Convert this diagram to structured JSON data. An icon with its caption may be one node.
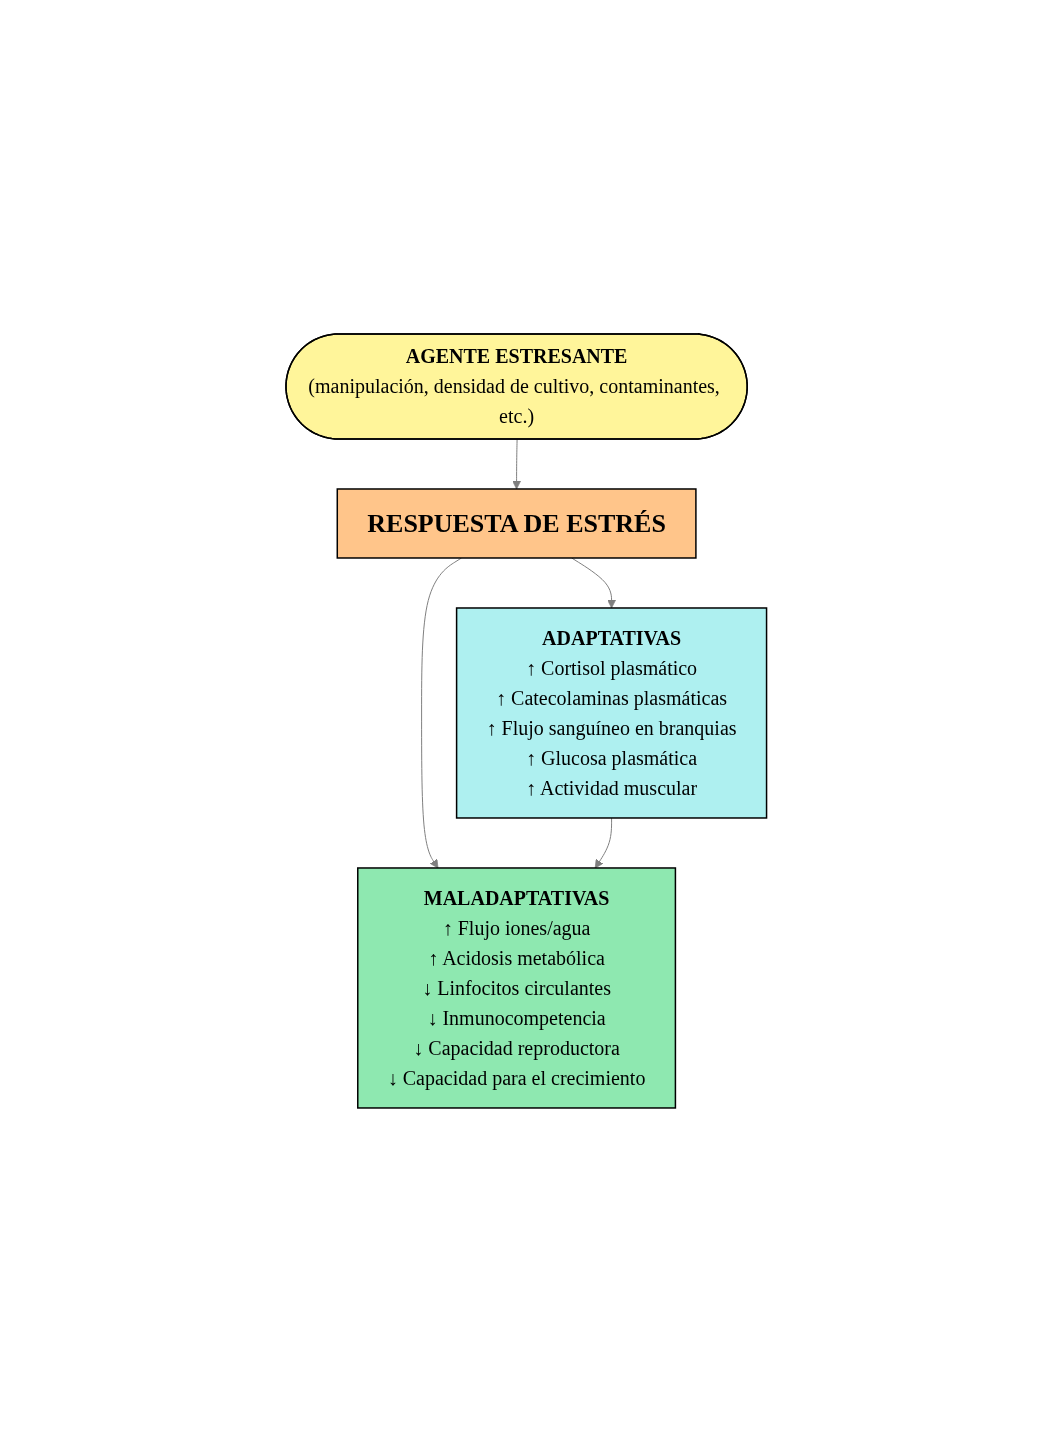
{
  "diagram": {
    "nodes": [
      {
        "text": [
          "AGENTE ESTRESANTE",
          "(manipulación, densidad de cultivo, contaminantes, etc.)"
        ]
      },
      {
        "text": [
          "RESPUESTA DE ESTRÉS"
        ]
      },
      {
        "text": [
          "ADAPTATIVAS",
          "↑ Cortisol plasmático",
          "↑ Catecolaminas plasmáticas",
          "↑ Flujo sanguíneo en branquias",
          "↑ Glucosa plasmática",
          "↑ Actividad muscular"
        ]
      },
      {
        "text": [
          "MALADAPTATIVAS",
          "↑ Flujo iones/agua",
          "↑ Acidosis metabólica",
          "↓ Linfocitos circulantes",
          "↓ Inmunocompetencia",
          "↓ Capacidad reproductora",
          "↓ Capacidad para el crecimiento"
        ]
      }
    ],
    "edges": [
      {
        "from": 0,
        "to": 1,
        "arrow": "to"
      },
      {
        "from": 1,
        "to": 2,
        "arrow": "to"
      },
      {
        "from": 1,
        "to": 3,
        "arrow": "to"
      },
      {
        "from": 2,
        "to": 3,
        "arrow": "to"
      }
    ]
  }
}
